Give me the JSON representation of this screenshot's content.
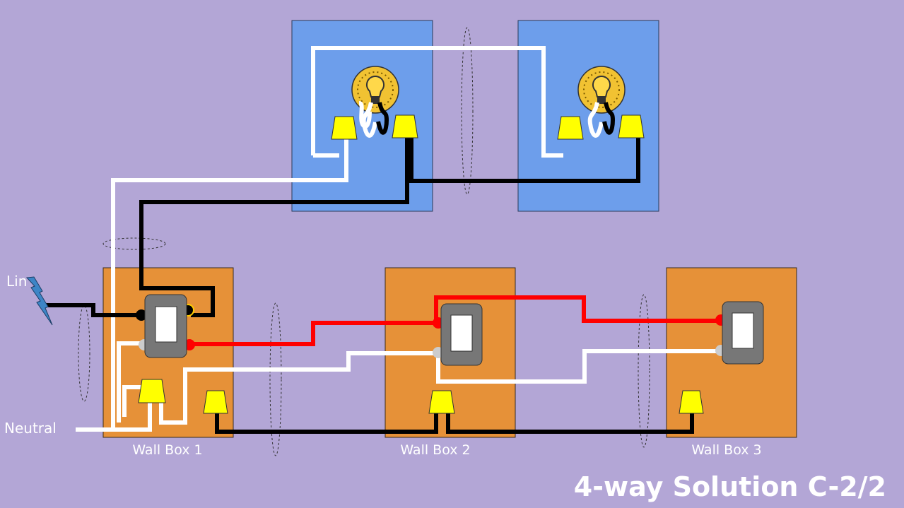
{
  "title": "4-way Solution C-2/2",
  "labels": {
    "line": "Lin",
    "neutral": "Neutral",
    "box1": "Wall Box 1",
    "box2": "Wall Box 2",
    "box3": "Wall Box 3"
  },
  "colors": {
    "background": "#b3a6d6",
    "light_box": "#6d9eeb",
    "wall_box": "#e69138",
    "hot_wire": "#000000",
    "neutral_wire": "#ffffff",
    "traveler_wire": "#ff0000",
    "wire_nut": "#ffff00",
    "switch_body": "#777777",
    "bulb": "#f1c232",
    "lightning": "#3d85c6"
  }
}
